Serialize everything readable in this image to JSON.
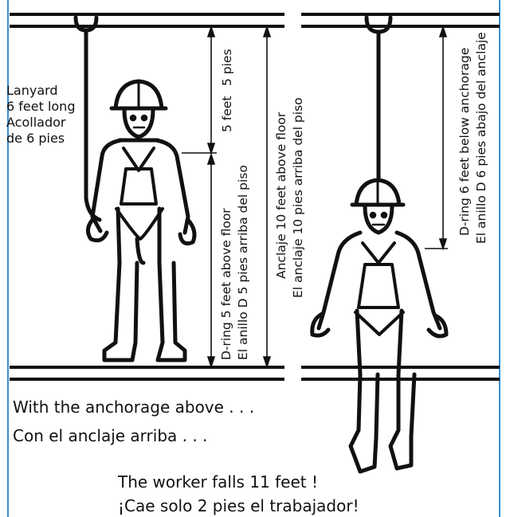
{
  "lanyard_label": [
    "Lanyard",
    "6 feet long",
    "Acollador",
    "de 6 pies"
  ],
  "dim_5ft": "5 feet",
  "dim_5pies": "5 pies",
  "dring_label_en": "D-ring 5 feet above floor",
  "dring_label_es": "El anillo D 5 pies arriba del piso",
  "anchor_label_es_1": "Anclaje 10 feet above floor",
  "anchor_label_es_2": "El anclaje 10 pies arriba del piso",
  "right_dring_en": "D-ring 6 feet below anchorage",
  "right_dring_es": "El anillo D 6 pies abajo del anclaje",
  "caption_left_1": "With the anchorage above . . .",
  "caption_left_2": "Con el anclaje arriba . . .",
  "caption_right_1": "The worker falls 11 feet !",
  "caption_right_2": "¡Cae solo 2 pies el trabajador!",
  "colors": {
    "frame": "#3a8fd6",
    "ink": "#111111"
  }
}
